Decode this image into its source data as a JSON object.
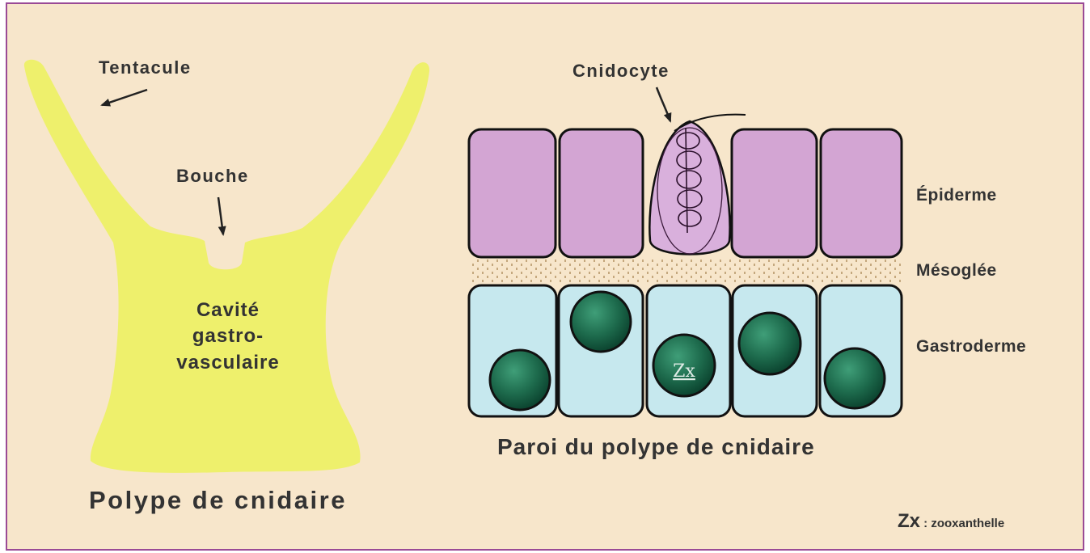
{
  "polyp": {
    "title": "Polype de cnidaire",
    "labels": {
      "tentacle": "Tentacule",
      "mouth": "Bouche",
      "cavity_line1": "Cavité",
      "cavity_line2": "gastro-",
      "cavity_line3": "vasculaire"
    }
  },
  "wall": {
    "title": "Paroi du polype de cnidaire",
    "labels": {
      "cnidocyte": "Cnidocyte",
      "epidermis": "Épiderme",
      "mesoglea": "Mésoglée",
      "gastrodermis": "Gastroderme"
    },
    "cell_mark": "Zx"
  },
  "legend": {
    "abbr": "Zx",
    "text": " : zooxanthelle"
  },
  "colors": {
    "background": "#f7e6cb",
    "frame": "#9a4a96",
    "polyp": "#eef06c",
    "epidermis": "#d3a5d3",
    "cnidocyte": "#d9b0dc",
    "gastrodermis": "#c6e8ee",
    "mesoglea_dots": "#b8996a"
  }
}
